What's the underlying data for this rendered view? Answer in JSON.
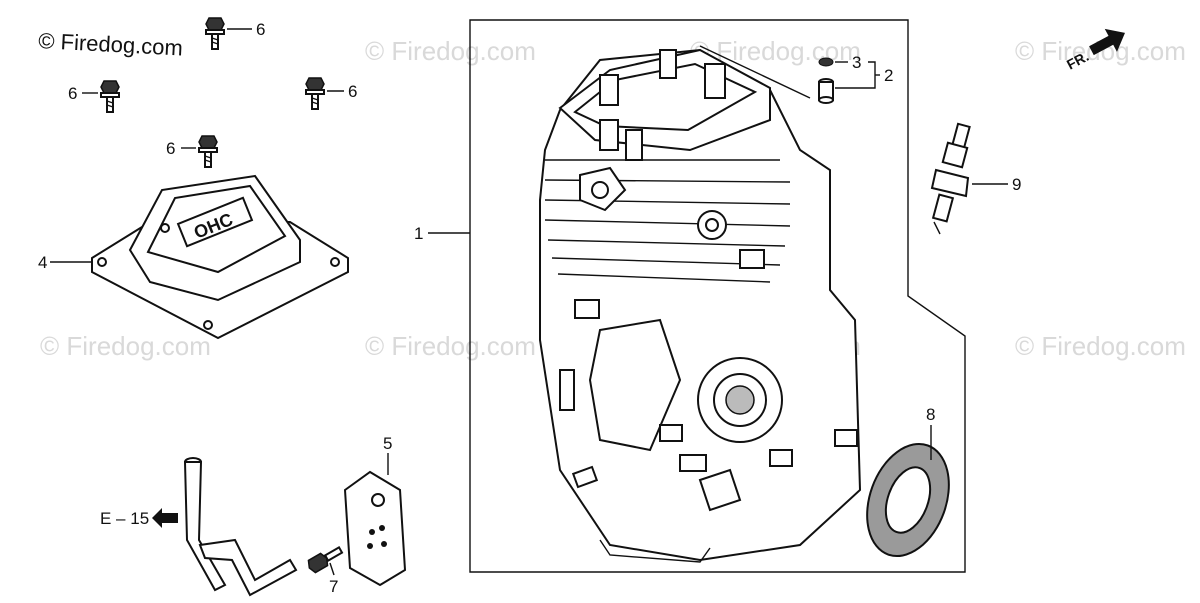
{
  "watermark": {
    "main": "© Firedog.com",
    "faint": "© Firedog.com"
  },
  "direction": {
    "label": "FR."
  },
  "reference": {
    "label": "E – 15"
  },
  "valve_cover_marking": "OHC",
  "callouts": {
    "p1": "1",
    "p2": "2",
    "p3": "3",
    "p4": "4",
    "p5": "5",
    "p6a": "6",
    "p6b": "6",
    "p6c": "6",
    "p6d": "6",
    "p7": "7",
    "p8": "8",
    "p9": "9"
  }
}
